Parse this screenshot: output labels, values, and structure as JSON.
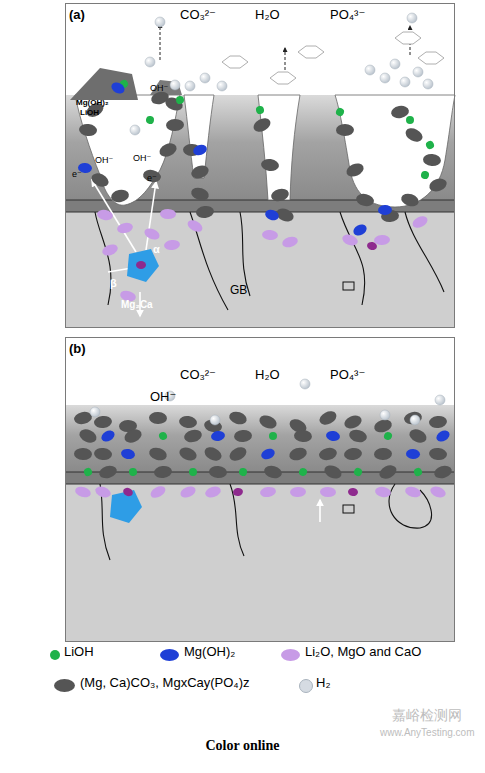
{
  "diagram": {
    "caption": "Color online",
    "nodes": [
      {
        "text": [
          "(a)"
        ]
      },
      {
        "text": [
          "Mg₂Ca"
        ],
        "in": 0
      },
      {
        "text": [
          "(b)"
        ]
      }
    ],
    "labels": [
      "CO₃²⁻",
      "H₂O",
      "PO₄³⁻",
      "Mg(OH)₂",
      "LiOH",
      "OH⁻",
      "OH⁻",
      "OH⁻",
      "e⁻",
      "e⁻",
      "α",
      "β",
      "GB",
      "CO₃²⁻",
      "H₂O",
      "PO₄³⁻",
      "OH⁻",
      "嘉峪检测网",
      "www.AnyTesting.com"
    ],
    "legend": [
      {
        "text": "LiOH",
        "color": "#1fb24a"
      },
      {
        "text": "Mg(OH)₂",
        "color": "#1f3fd6"
      },
      {
        "text": "Li₂O, MgO and CaO",
        "color": "#c79be6"
      },
      {
        "text": "(Mg, Ca)CO₃, MgxCay(PO₄)z",
        "color": "#555555"
      },
      {
        "text": "H₂",
        "color": "#d5dbe2"
      }
    ]
  }
}
